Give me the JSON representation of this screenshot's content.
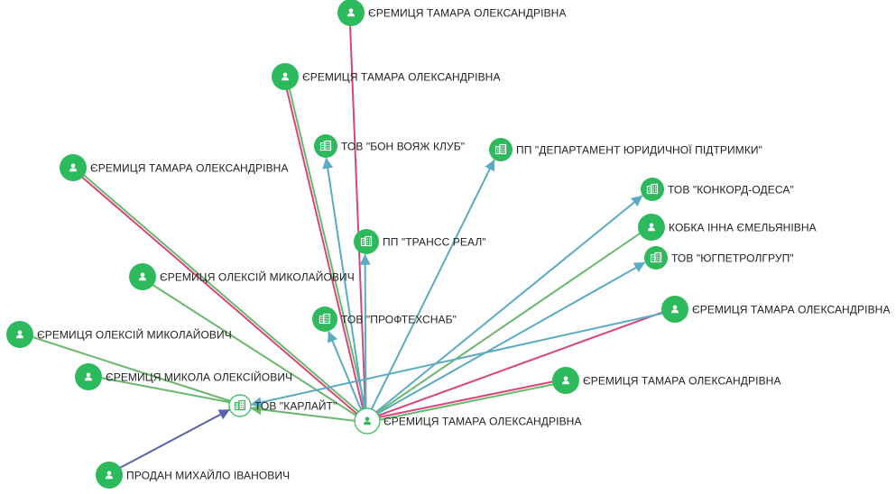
{
  "colors": {
    "node_fill": "#2dba5c",
    "node_icon": "#ffffff",
    "center_fill": "#ffffff",
    "center_stroke": "#2dba5c",
    "edge_green": "#6ab86c",
    "edge_pink": "#d6457c",
    "edge_blue": "#5aabc4",
    "edge_navy": "#5b63a8",
    "label": "#222222"
  },
  "nodes": [
    {
      "id": "center",
      "kind": "person",
      "style": "center",
      "label": "ЄРЕМИЦЯ ТАМАРА ОЛЕКСАНДРІВНА"
    },
    {
      "id": "p_top",
      "kind": "person",
      "style": "filled",
      "label": "ЄРЕМИЦЯ ТАМАРА ОЛЕКСАНДРІВНА"
    },
    {
      "id": "p_top2",
      "kind": "person",
      "style": "filled",
      "label": "ЄРЕМИЦЯ ТАМАРА ОЛЕКСАНДРІВНА"
    },
    {
      "id": "p_left1",
      "kind": "person",
      "style": "filled",
      "label": "ЄРЕМИЦЯ ТАМАРА ОЛЕКСАНДРІВНА"
    },
    {
      "id": "p_oleksii1",
      "kind": "person",
      "style": "filled",
      "label": "ЄРЕМИЦЯ ОЛЕКСІЙ МИКОЛАЙОВИЧ"
    },
    {
      "id": "p_oleksii2",
      "kind": "person",
      "style": "filled",
      "label": "ЄРЕМИЦЯ ОЛЕКСІЙ МИКОЛАЙОВИЧ"
    },
    {
      "id": "p_mykola",
      "kind": "person",
      "style": "filled",
      "label": "ЄРЕМИЦЯ МИКОЛА ОЛЕКСІЙОВИЧ"
    },
    {
      "id": "p_prodan",
      "kind": "person",
      "style": "filled",
      "label": "ПРОДАН МИХАЙЛО ІВАНОВИЧ"
    },
    {
      "id": "p_kobka",
      "kind": "person",
      "style": "filled",
      "label": "КОБКА ІННА ЄМЕЛЬЯНІВНА"
    },
    {
      "id": "p_right1",
      "kind": "person",
      "style": "filled",
      "label": "ЄРЕМИЦЯ ТАМАРА ОЛЕКСАНДРІВНА"
    },
    {
      "id": "p_right2",
      "kind": "person",
      "style": "filled",
      "label": "ЄРЕМИЦЯ ТАМАРА ОЛЕКСАНДРІВНА"
    },
    {
      "id": "c_bon",
      "kind": "company",
      "style": "filled",
      "label": "ТОВ \"БОН ВОЯЖ КЛУБ\""
    },
    {
      "id": "c_dept",
      "kind": "company",
      "style": "filled",
      "label": "ПП \"ДЕПАРТАМЕНТ ЮРИДИЧНОЇ ПІДТРИМКИ\""
    },
    {
      "id": "c_konkord",
      "kind": "company",
      "style": "filled",
      "label": "ТОВ \"КОНКОРД-ОДЕСА\""
    },
    {
      "id": "c_trans",
      "kind": "company",
      "style": "filled",
      "label": "ПП \"ТРАНСС РЕАЛ\""
    },
    {
      "id": "c_yug",
      "kind": "company",
      "style": "filled",
      "label": "ТОВ \"ЮГПЕТРОЛГРУП\""
    },
    {
      "id": "c_prof",
      "kind": "company",
      "style": "filled",
      "label": "ТОВ \"ПРОФТЕХСНАБ\""
    },
    {
      "id": "c_karlait",
      "kind": "company",
      "style": "outline",
      "label": "ТОВ \"КАРЛАЙТ\""
    }
  ],
  "edges": [
    {
      "from": "center",
      "to": "p_top",
      "color": "pink",
      "arrow": false
    },
    {
      "from": "center",
      "to": "p_top2",
      "color": "pink",
      "arrow": false
    },
    {
      "from": "center",
      "to": "p_top2",
      "color": "green",
      "arrow": false
    },
    {
      "from": "center",
      "to": "p_left1",
      "color": "pink",
      "arrow": false
    },
    {
      "from": "center",
      "to": "p_left1",
      "color": "green",
      "arrow": false
    },
    {
      "from": "center",
      "to": "p_oleksii1",
      "color": "green",
      "arrow": false
    },
    {
      "from": "center",
      "to": "c_bon",
      "color": "blue",
      "arrow": true
    },
    {
      "from": "center",
      "to": "c_trans",
      "color": "blue",
      "arrow": true
    },
    {
      "from": "center",
      "to": "c_prof",
      "color": "blue",
      "arrow": true
    },
    {
      "from": "center",
      "to": "c_dept",
      "color": "blue",
      "arrow": true
    },
    {
      "from": "center",
      "to": "c_konkord",
      "color": "blue",
      "arrow": true
    },
    {
      "from": "center",
      "to": "p_kobka",
      "color": "green",
      "arrow": false
    },
    {
      "from": "center",
      "to": "c_yug",
      "color": "blue",
      "arrow": true
    },
    {
      "from": "center",
      "to": "p_right1",
      "color": "pink",
      "arrow": false
    },
    {
      "from": "center",
      "to": "p_right2",
      "color": "pink",
      "arrow": false
    },
    {
      "from": "center",
      "to": "p_right2",
      "color": "green",
      "arrow": false
    },
    {
      "from": "center",
      "to": "c_karlait",
      "color": "green",
      "arrow": true
    },
    {
      "from": "p_oleksii2",
      "to": "c_karlait",
      "color": "green",
      "arrow": false
    },
    {
      "from": "p_mykola",
      "to": "c_karlait",
      "color": "green",
      "arrow": false
    },
    {
      "from": "p_right1",
      "to": "c_karlait",
      "color": "blue",
      "arrow": true
    },
    {
      "from": "p_prodan",
      "to": "c_karlait",
      "color": "navy",
      "arrow": true
    }
  ]
}
